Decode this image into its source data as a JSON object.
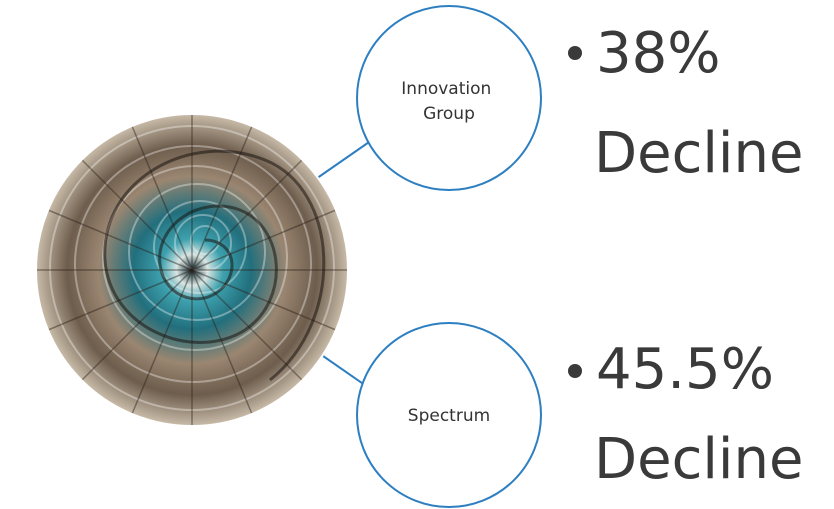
{
  "nodes": [
    {
      "label_lines": [
        "Innovation",
        "Group"
      ]
    },
    {
      "label_lines": [
        "Spectrum"
      ]
    }
  ],
  "stats": [
    {
      "value": "38%",
      "word": "Decline"
    },
    {
      "value": "45.5%",
      "word": "Decline"
    }
  ],
  "colors": {
    "connector": "#2d7fc1",
    "circle_stroke": "#2d7fc1",
    "text": "#3a3a3a",
    "spiral_teal": "#2b8a9c",
    "spiral_stone": "#8a7560"
  },
  "image": {
    "subject": "spiral staircase photograph"
  }
}
